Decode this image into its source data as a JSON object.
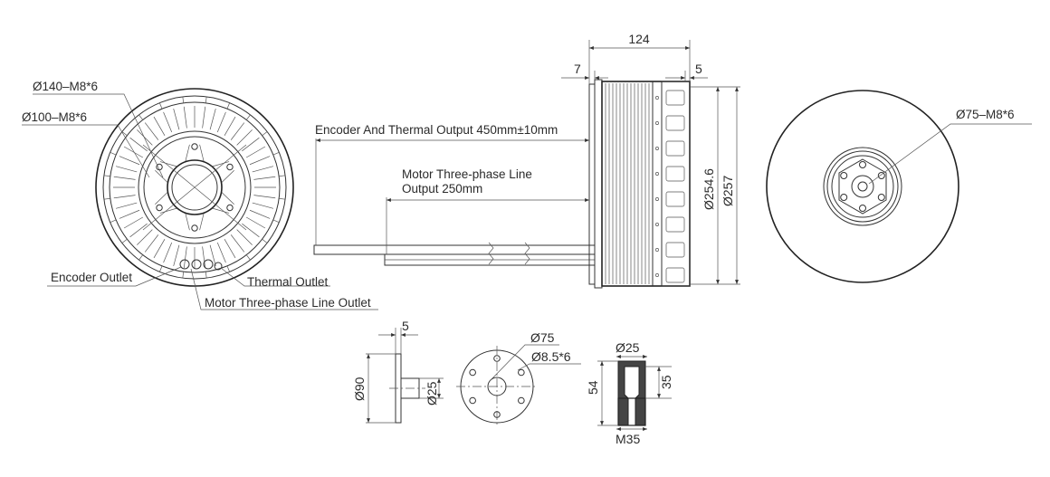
{
  "front_view": {
    "callout_outer": "Ø140–M8*6",
    "callout_inner": "Ø100–M8*6",
    "encoder_outlet": "Encoder Outlet",
    "thermal_outlet": "Thermal Outlet",
    "phase_outlet": "Motor Three-phase Line Outlet"
  },
  "side_view": {
    "length": "124",
    "flange_left": "7",
    "flange_right": "5",
    "encoder_output": "Encoder And Thermal Output 450mm±10mm",
    "phase_output_line1": "Motor Three-phase Line",
    "phase_output_line2": "Output 250mm",
    "dia_inner": "Ø254.6",
    "dia_outer": "Ø257"
  },
  "rear_view": {
    "callout": "Ø75–M8*6"
  },
  "adapter_side": {
    "thickness": "5",
    "dia_flange": "Ø90",
    "dia_hub": "Ø25"
  },
  "adapter_front": {
    "pcd": "Ø75",
    "holes": "Ø8.5*6"
  },
  "shaft_section": {
    "dia_top": "Ø25",
    "height_total": "54",
    "height_inner": "35",
    "thread": "M35"
  }
}
